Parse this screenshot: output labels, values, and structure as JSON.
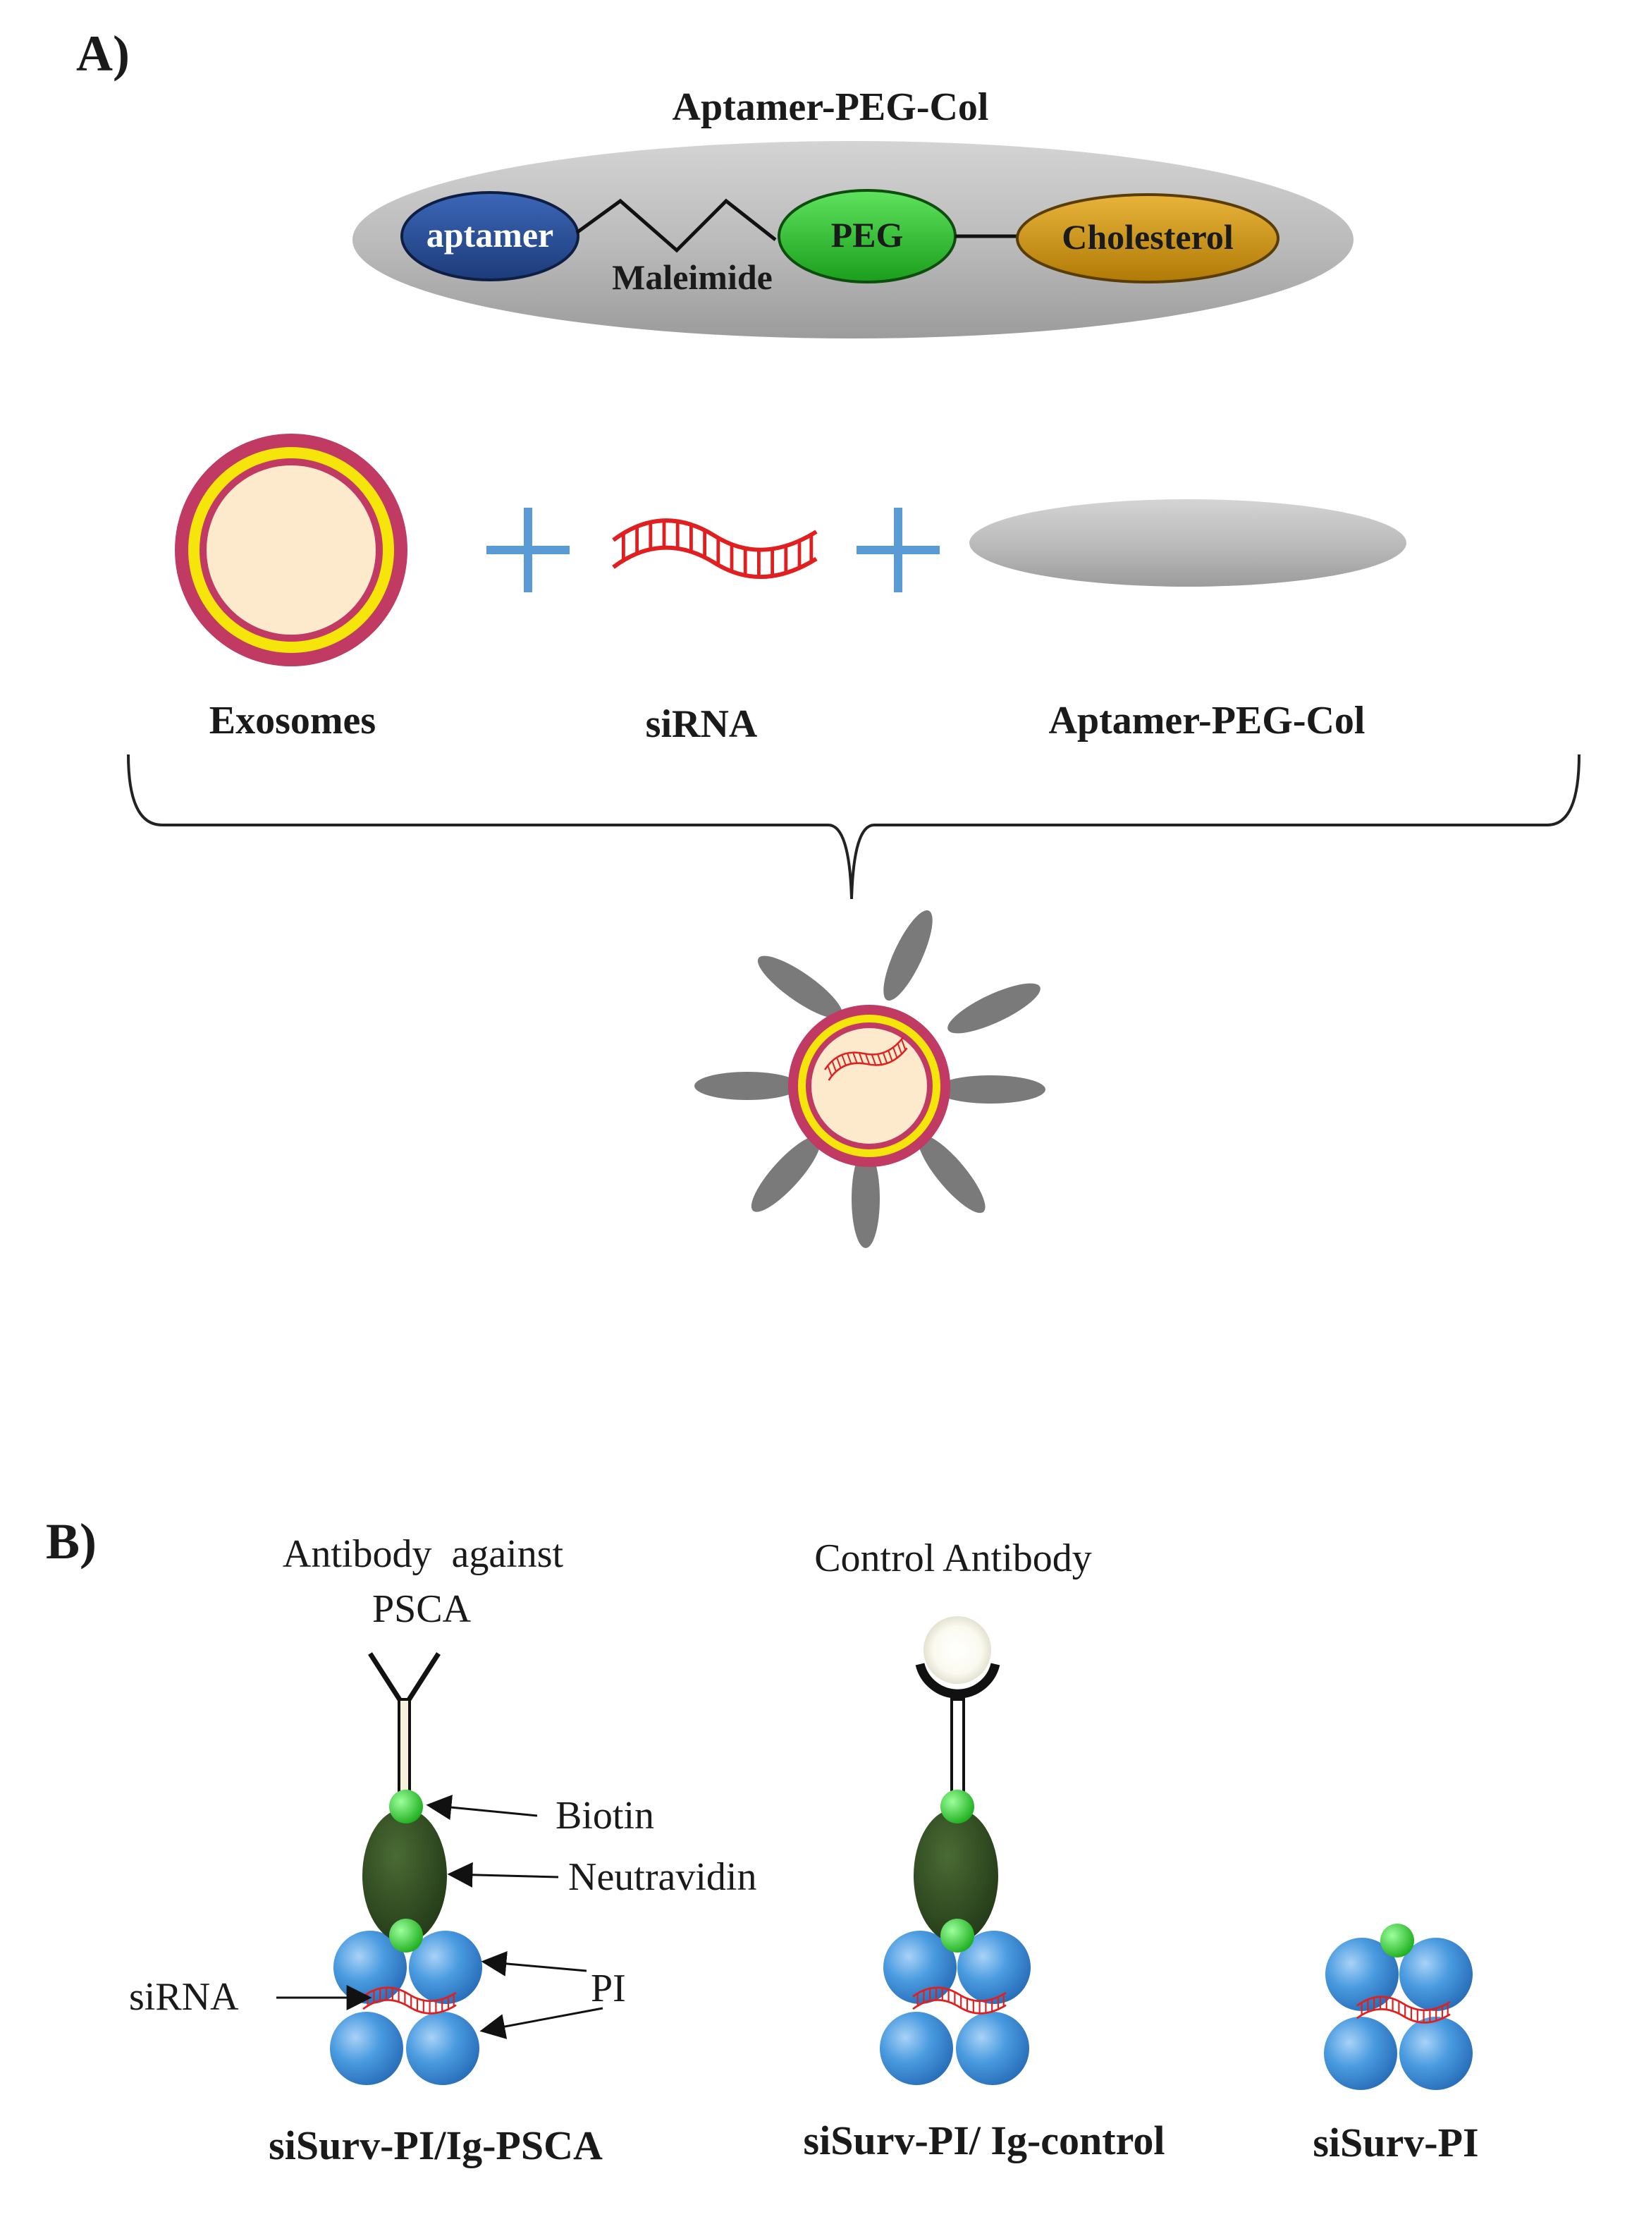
{
  "panel_a": {
    "panel_label": "A)",
    "conjugate_title": "Aptamer-PEG-Col",
    "components": {
      "aptamer": "aptamer",
      "linker": "Maleimide",
      "peg": "PEG",
      "cholesterol": "Cholesterol"
    },
    "ingredients": {
      "exosomes": "Exosomes",
      "sirna": "siRNA",
      "conjugate": "Aptamer-PEG-Col"
    }
  },
  "panel_b": {
    "panel_label": "B)",
    "antibody_against_line1": "Antibody  against",
    "antibody_against_line2": "PSCA",
    "control_antibody": "Control Antibody",
    "biotin": "Biotin",
    "neutravidin": "Neutravidin",
    "pi": "PI",
    "sirna": "siRNA",
    "formulations": {
      "psca": "siSurv-PI/Ig-PSCA",
      "control": "siSurv-PI/ Ig-control",
      "plain": "siSurv-PI"
    }
  },
  "colors": {
    "aptamer": "#2b4f9a",
    "peg": "#2fbf2f",
    "cholesterol": "#d49a12",
    "exosome_outer": "#c03a63",
    "exosome_ring": "#f5e50a",
    "exosome_core": "#fde9cc",
    "sirna": "#e02020",
    "plus": "#5b9bd5",
    "conjugate_gray": "#b8b8b8",
    "neutravidin": "#2e4a1f",
    "biotin": "#22cc22",
    "pi_sphere": "#3f8fd8"
  }
}
